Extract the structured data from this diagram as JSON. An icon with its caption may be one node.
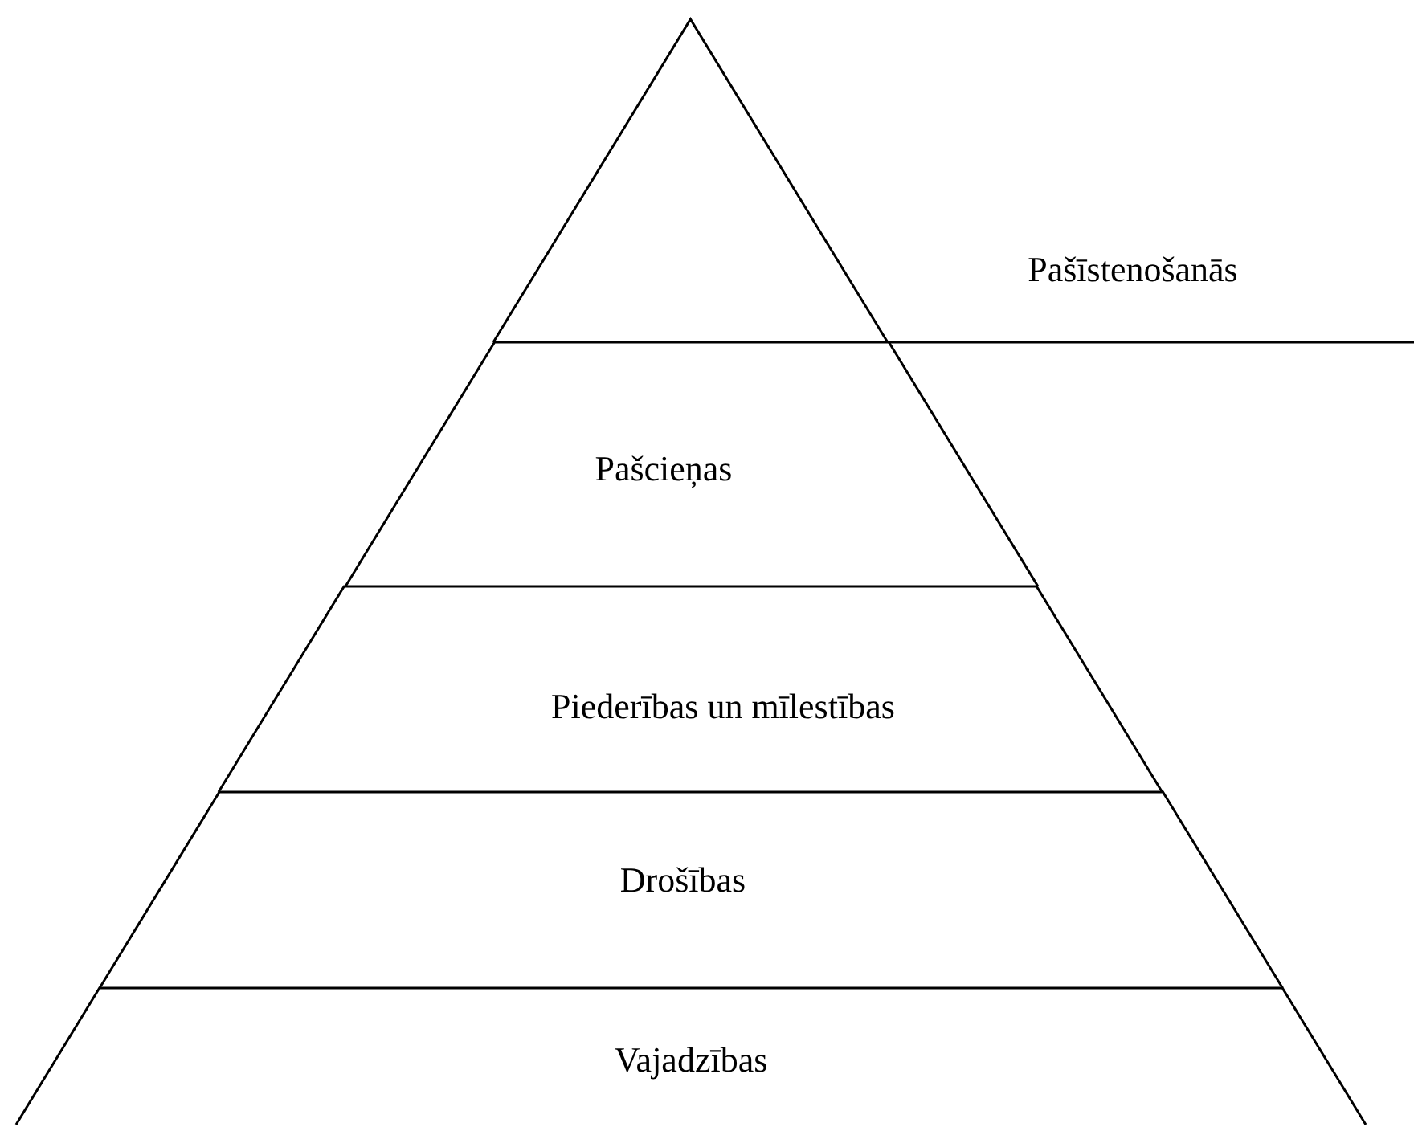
{
  "diagram": {
    "nodes": [
      {
        "text": [
          "Pašīstenošanās"
        ]
      },
      {
        "text": [
          "Pašcieņas"
        ]
      },
      {
        "text": [
          "Piederības un mīlestības"
        ]
      },
      {
        "text": [
          "Drošības"
        ]
      },
      {
        "text": [
          "Vajadzības"
        ]
      }
    ]
  }
}
